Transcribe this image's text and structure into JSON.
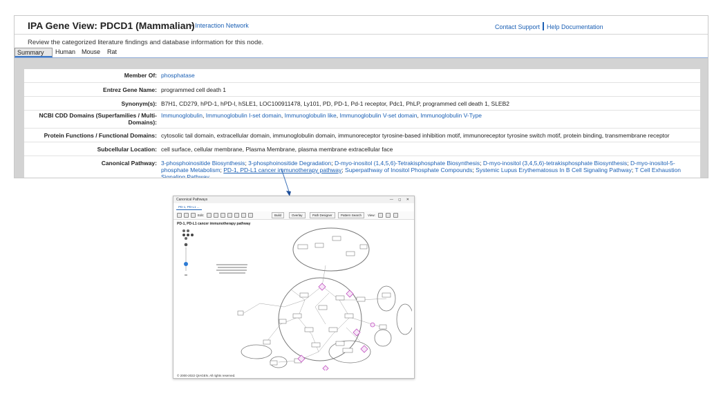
{
  "header": {
    "title": "IPA Gene View: PDCD1 (Mammalian)",
    "interaction_link": "Interaction Network",
    "contact_support": "Contact Support",
    "help_documentation": "Help Documentation",
    "link_arrow": ">"
  },
  "description": "Review the categorized literature findings and database information for this node.",
  "tabs": [
    "Summary",
    "Human",
    "Mouse",
    "Rat"
  ],
  "active_tab": "Summary",
  "rows": {
    "member_of": {
      "label": "Member Of:",
      "value": "phosphatase"
    },
    "entrez": {
      "label": "Entrez Gene Name:",
      "value": "programmed cell death 1"
    },
    "synonyms": {
      "label": "Synonym(s):",
      "value": "B7H1, CD279, hPD-1, hPD-l, hSLE1, LOC100911478, Ly101, PD, PD-1, Pd-1 receptor, Pdc1, PhLP, programmed cell death 1, SLEB2"
    },
    "ncbi": {
      "label": "NCBI CDD Domains (Superfamilies / Multi-Domains):",
      "values": [
        "Immunoglobulin",
        "Immunoglobulin I-set domain",
        "Immunoglobulin like",
        "Immunoglobulin V-set domain",
        "Immunoglobulin V-Type"
      ]
    },
    "protein_functions": {
      "label": "Protein Functions / Functional Domains:",
      "value": "cytosolic tail domain, extracellular domain, immunoglobulin domain, immunoreceptor tyrosine-based inhibition motif, immunoreceptor tyrosine switch motif, protein binding, transmembrane receptor"
    },
    "subcellular": {
      "label": "Subcellular Location:",
      "value": "cell surface, cellular membrane, Plasma Membrane, plasma membrane extracellular face"
    },
    "canonical": {
      "label": "Canonical Pathway:",
      "values": [
        "3-phosphoinositide Biosynthesis",
        "3-phosphoinositide Degradation",
        "D-myo-inositol (1,4,5,6)-Tetrakisphosphate Biosynthesis",
        "D-myo-inositol (3,4,5,6)-tetrakisphosphate Biosynthesis",
        "D-myo-inositol-5-phosphate Metabolism",
        "PD-1, PD-L1 cancer immunotherapy pathway",
        "Superpathway of Inositol Phosphate Compounds",
        "Systemic Lupus Erythematosus In B Cell Signaling Pathway",
        "T Cell Exhaustion Signaling Pathway"
      ],
      "highlighted": "PD-1, PD-L1 cancer immunotherapy pathway"
    }
  },
  "pathway_window": {
    "window_title": "Canonical Pathways",
    "window_buttons": "— ◻ ✕",
    "tab_label": "PD-1, PD-L1 ...",
    "toolbar": {
      "edit": "Edit:",
      "build": "Build",
      "overlay": "Overlay",
      "path_designer": "Path Designer",
      "pattern_search": "Pattern Search",
      "view": "View:"
    },
    "heading": "PD-1, PD-L1 cancer immunotherapy pathway",
    "copyright": "© 2000-2022 QIAGEN. All rights reserved.",
    "icons": [
      "toolbar-icons",
      "zoom-controls"
    ]
  },
  "colors": {
    "link": "#1a5fb4",
    "panel_bg": "#d3d3d3",
    "highlight_node": "#c050c0"
  }
}
